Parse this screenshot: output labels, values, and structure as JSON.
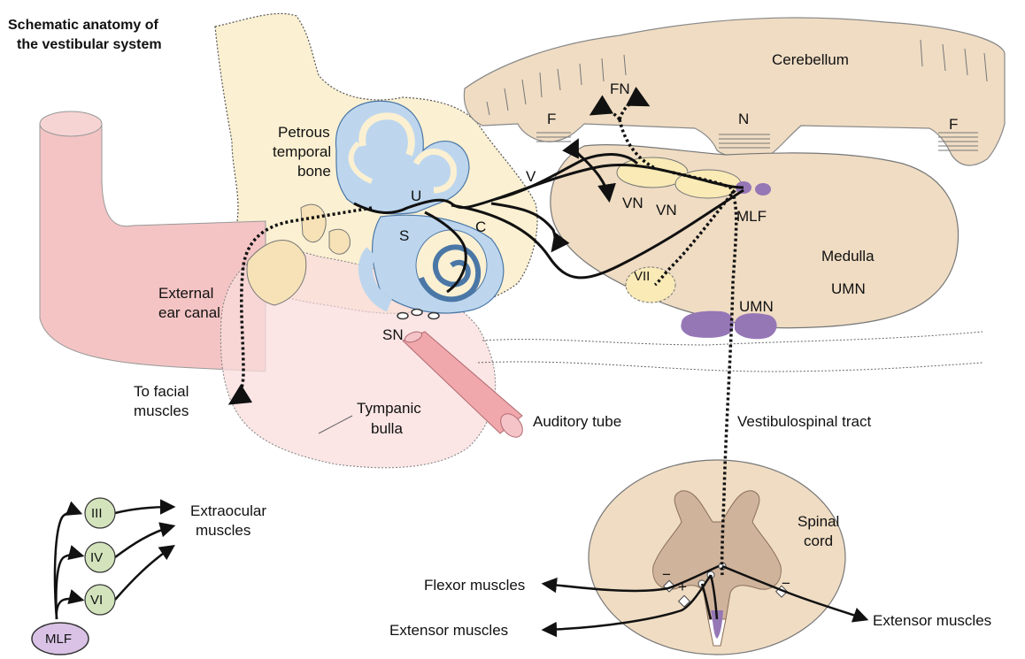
{
  "title": {
    "line1": "Schematic anatomy of",
    "line2": "the vestibular system"
  },
  "labels": {
    "cerebellum": "Cerebellum",
    "fn": "FN",
    "f_left": "F",
    "n": "N",
    "f_right": "F",
    "petrous_1": "Petrous",
    "petrous_2": "temporal",
    "petrous_3": "bone",
    "u": "U",
    "s": "S",
    "c": "C",
    "v": "V",
    "vn1": "VN",
    "vn2": "VN",
    "mlf": "MLF",
    "medulla": "Medulla",
    "vii": "VII",
    "umn_right": "UMN",
    "umn_bottom": "UMN",
    "sn": "SN",
    "external_1": "External",
    "external_2": "ear canal",
    "to_facial_1": "To facial",
    "to_facial_2": "muscles",
    "tympanic_1": "Tympanic",
    "tympanic_2": "bulla",
    "auditory_tube": "Auditory tube",
    "vestibulospinal": "Vestibulospinal tract",
    "spinal_1": "Spinal",
    "spinal_2": "cord",
    "flexor": "Flexor muscles",
    "extensor_left": "Extensor muscles",
    "extensor_right": "Extensor muscles",
    "plus": "+",
    "minus_left": "−",
    "minus_right": "−"
  },
  "legend": {
    "iii": "III",
    "iv": "IV",
    "vi": "VI",
    "mlf": "MLF",
    "extraocular_1": "Extraocular",
    "extraocular_2": "muscles"
  },
  "colors": {
    "bone": "#fbf0d2",
    "brain": "#efdcc3",
    "canal": "#f4c4c4",
    "labyrinth": "#bdd6ee",
    "nucleus": "#f9eab6",
    "purple": "#9577b6",
    "legend_circle": "#d3e4bd",
    "gray_matter": "#cfb39b"
  }
}
